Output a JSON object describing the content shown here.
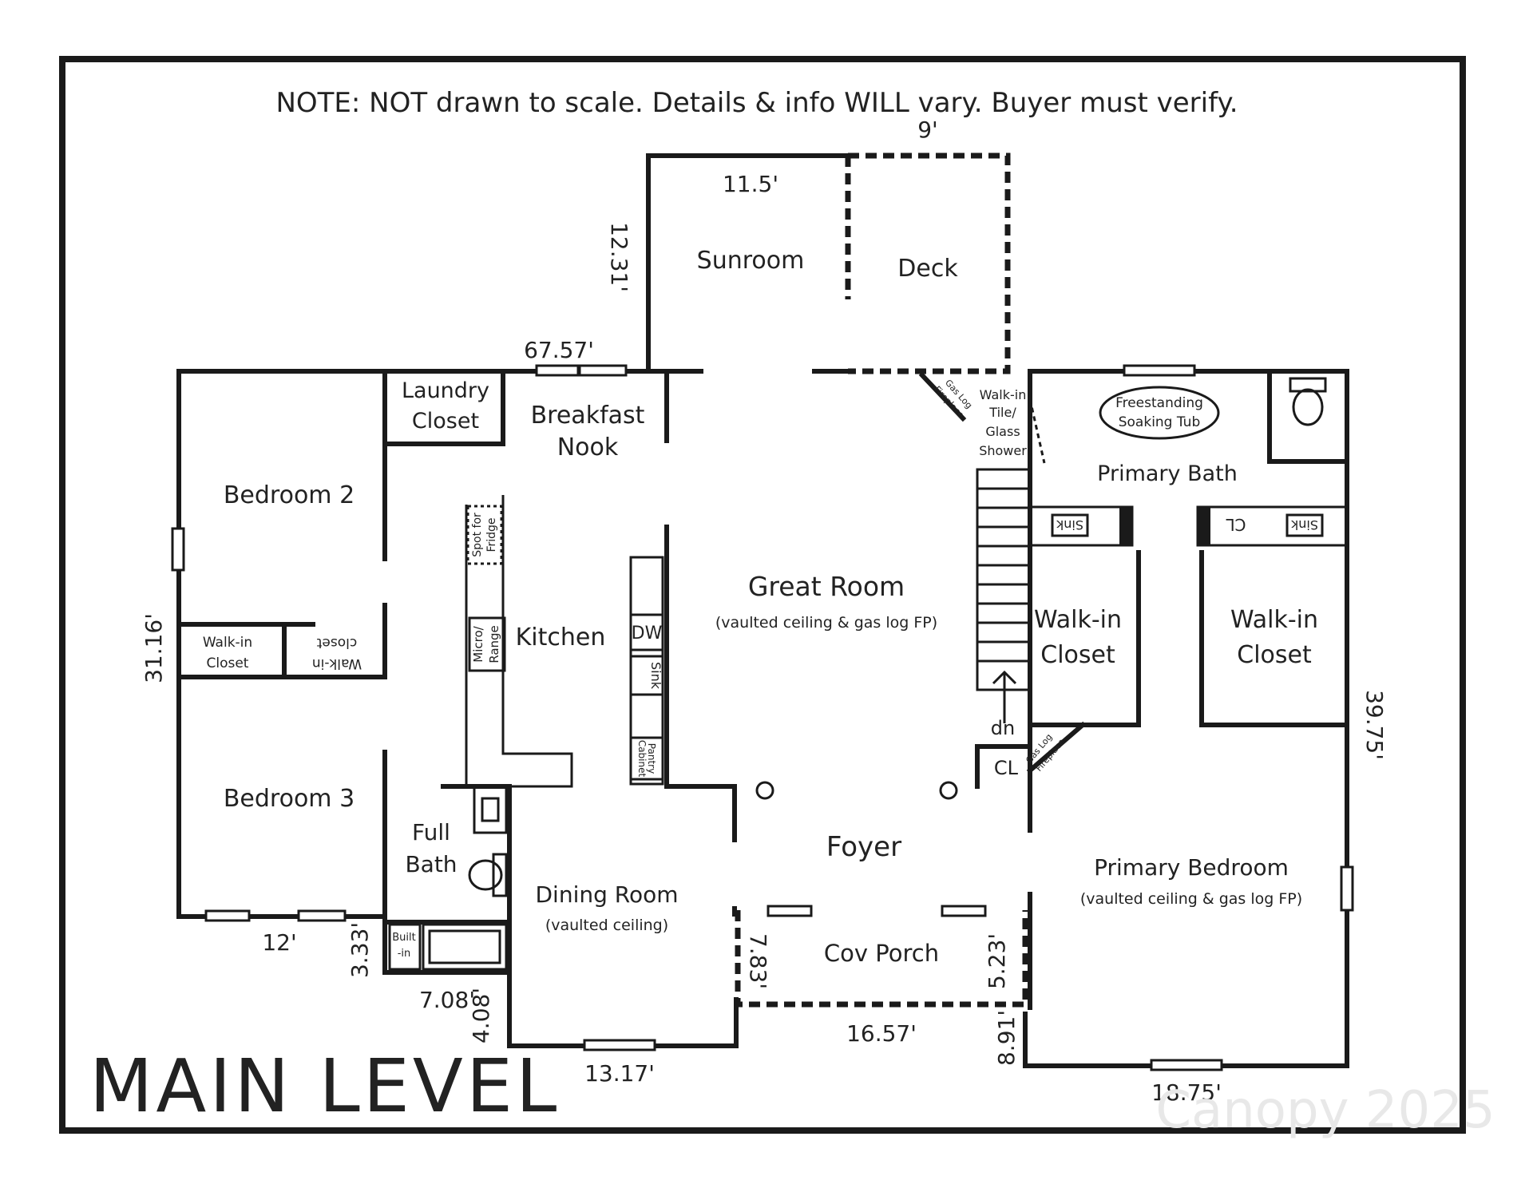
{
  "note": "NOTE: NOT drawn to scale. Details & info WILL vary. Buyer must verify.",
  "level_title": "MAIN LEVEL",
  "rooms": {
    "sunroom": "Sunroom",
    "deck": "Deck",
    "laundry_1": "Laundry",
    "laundry_2": "Closet",
    "breakfast_1": "Breakfast",
    "breakfast_2": "Nook",
    "bedroom2": "Bedroom 2",
    "bedroom3": "Bedroom 3",
    "walkin_closet_left_1": "Walk-in",
    "walkin_closet_left_2": "Closet",
    "walkin_closet_mirror_1": "Walk-in",
    "walkin_closet_mirror_2": "closet",
    "kitchen": "Kitchen",
    "great_room": "Great Room",
    "great_room_note": "(vaulted ceiling & gas log FP)",
    "foyer": "Foyer",
    "full_bath_1": "Full",
    "full_bath_2": "Bath",
    "dining_room": "Dining Room",
    "dining_room_note": "(vaulted ceiling)",
    "cov_porch": "Cov Porch",
    "primary_bath": "Primary Bath",
    "walkin_closet_mid_1": "Walk-in",
    "walkin_closet_mid_2": "Closet",
    "walkin_closet_right_1": "Walk-in",
    "walkin_closet_right_2": "Closet",
    "primary_bedroom": "Primary Bedroom",
    "primary_bedroom_note": "(vaulted ceiling & gas log FP)"
  },
  "fixtures": {
    "spot_fridge_1": "Spot for",
    "spot_fridge_2": "Fridge",
    "micro_1": "Micro/",
    "micro_2": "Range",
    "dw": "DW",
    "sink": "Sink",
    "pantry_1": "Pantry",
    "pantry_2": "Cabinet",
    "gas_log_1": "Gas Log",
    "gas_log_2": "Fireplace",
    "shower_1": "Walk-in",
    "shower_2": "Tile/",
    "shower_3": "Glass",
    "shower_4": "Shower",
    "tub_1": "Freestanding",
    "tub_2": "Soaking Tub",
    "bath_sink": "Sink",
    "cl": "CL",
    "dn": "dn",
    "built_in_1": "Built",
    "built_in_2": "-in"
  },
  "dimensions": {
    "deck_w": "9'",
    "sunroom_w": "11.5'",
    "sunroom_h": "12.31'",
    "rear_w": "67.57'",
    "left_h": "31.16'",
    "right_h": "39.75'",
    "bed3_w": "12'",
    "bath_h": "3.33'",
    "bath_w": "7.08'",
    "step_h": "4.08'",
    "dining_w": "13.17'",
    "porch_l": "7.83'",
    "porch_r": "5.23'",
    "porch_w": "16.57'",
    "step_r": "8.91'",
    "bedroom_w": "18.75'"
  },
  "watermark": "Canopy 2025"
}
